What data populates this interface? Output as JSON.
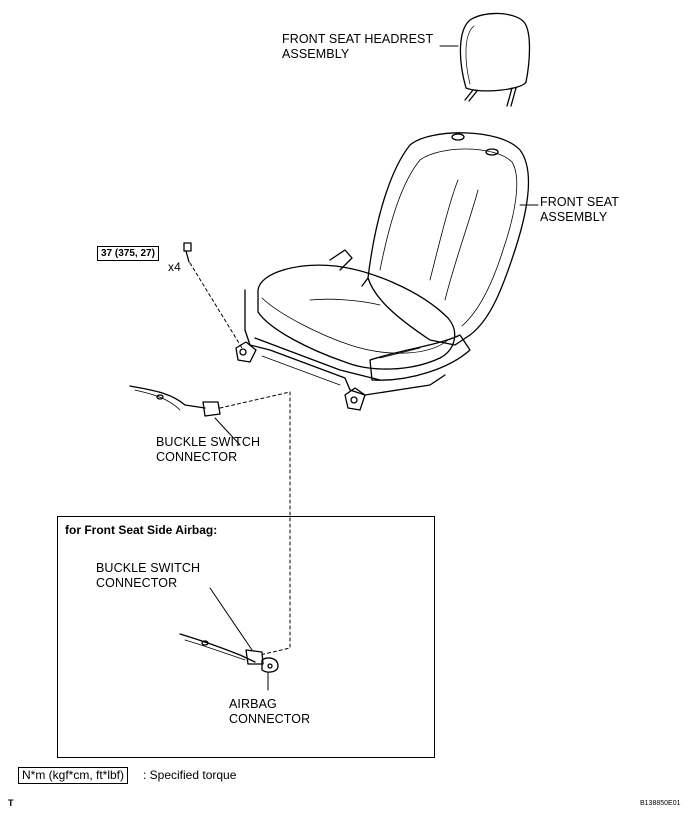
{
  "labels": {
    "headrest": [
      "FRONT SEAT HEADREST",
      "ASSEMBLY"
    ],
    "seat": [
      "FRONT SEAT",
      "ASSEMBLY"
    ],
    "buckle_main": [
      "BUCKLE SWITCH",
      "CONNECTOR"
    ],
    "buckle_inset": [
      "BUCKLE SWITCH",
      "CONNECTOR"
    ],
    "airbag": [
      "AIRBAG",
      "CONNECTOR"
    ]
  },
  "torque": {
    "value": "37 (375, 27)",
    "quantity": "x4"
  },
  "inset": {
    "title": "for Front Seat Side Airbag:"
  },
  "legend": {
    "unit": "N*m (kgf*cm, ft*lbf)",
    "description": ": Specified torque"
  },
  "corner": {
    "left": "T",
    "right": "B138850E01"
  }
}
